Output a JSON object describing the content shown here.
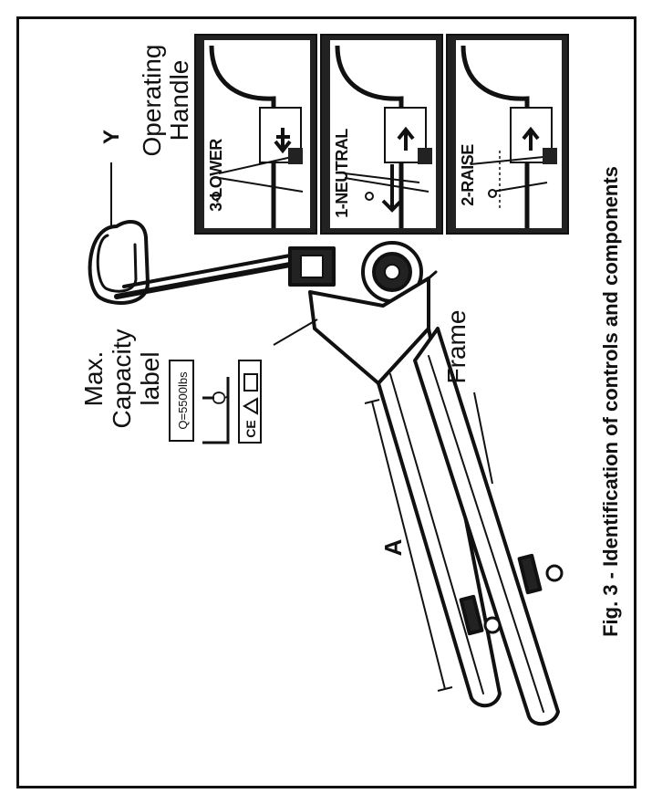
{
  "figure": {
    "caption": "Fig. 3 - Identification of controls and components",
    "labels": {
      "y": "Y",
      "operating_handle_1": "Operating",
      "operating_handle_2": "Handle",
      "max_capacity_1": "Max.",
      "max_capacity_2": "Capacity",
      "max_capacity_3": "label",
      "capacity_value": "Q=5500lbs",
      "load_symbol": "Q",
      "marks_ce": "CE",
      "frame": "Frame",
      "dimension_a": "A"
    },
    "panels": [
      {
        "label": "3-LOWER",
        "arrow": "down"
      },
      {
        "label": "1-NEUTRAL",
        "arrow": "up"
      },
      {
        "label": "2-RAISE",
        "arrow": "up"
      }
    ]
  }
}
